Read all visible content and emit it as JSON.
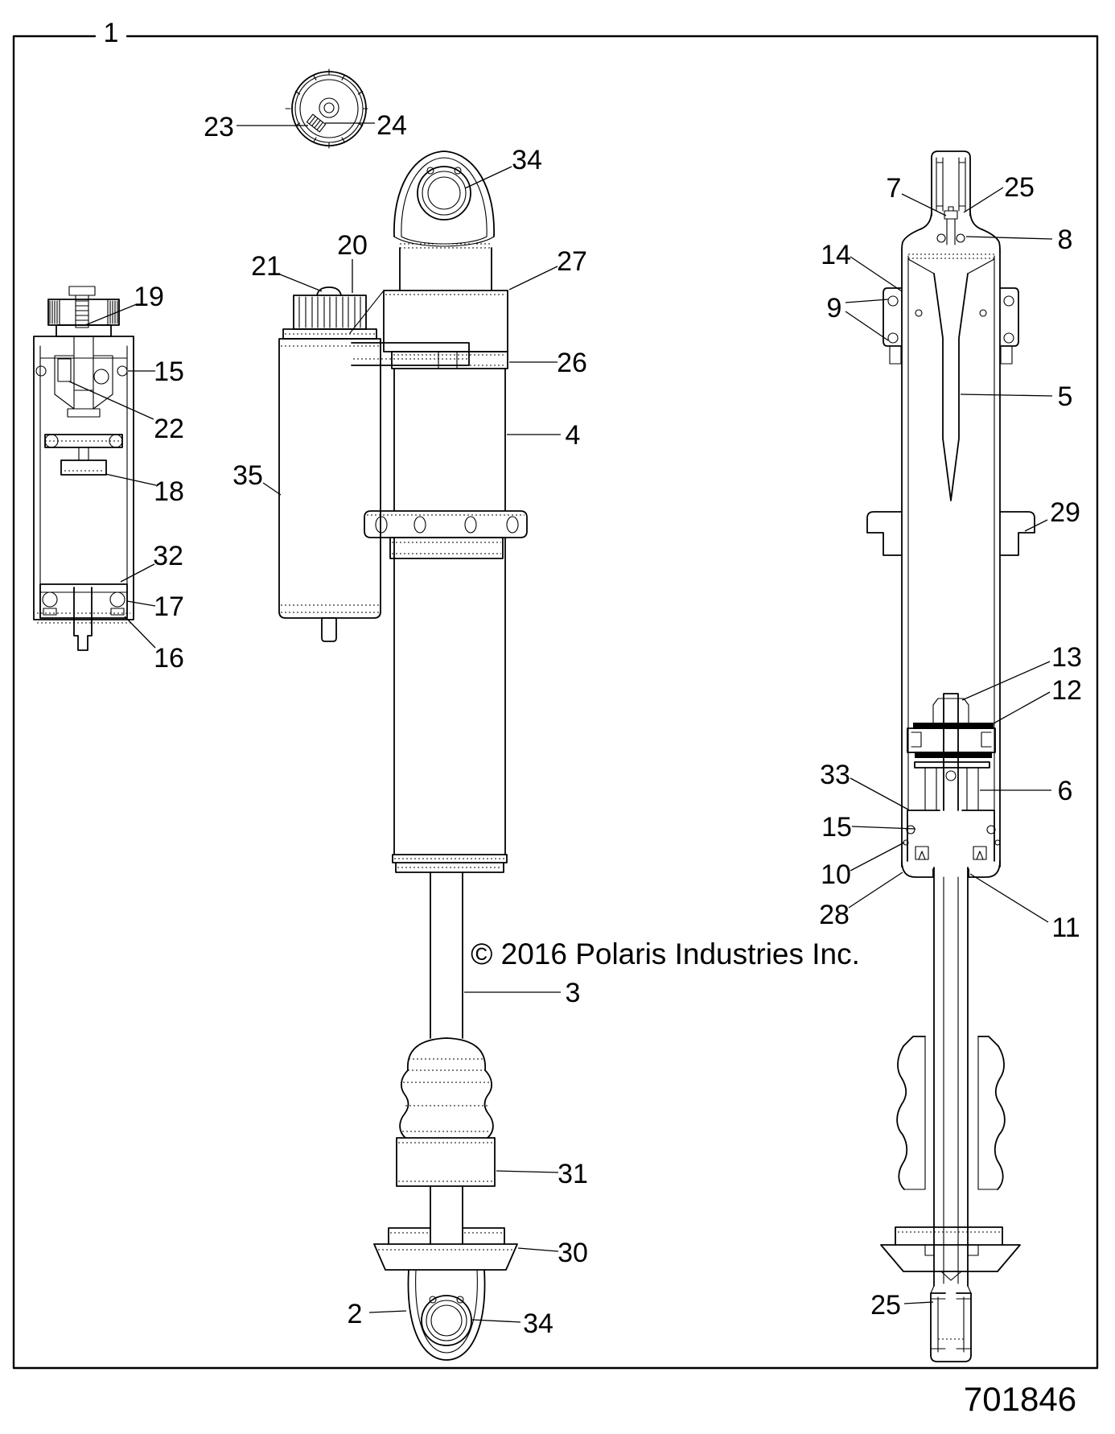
{
  "figure": {
    "assembly_callout": "1",
    "copyright": "© 2016 Polaris Industries Inc.",
    "part_number": "701846"
  },
  "callouts": {
    "n1": "1",
    "n2": "2",
    "n3": "3",
    "n4": "4",
    "n5": "5",
    "n6": "6",
    "n7": "7",
    "n8": "8",
    "n9": "9",
    "n10": "10",
    "n11": "11",
    "n12": "12",
    "n13": "13",
    "n14": "14",
    "n15_left": "15",
    "n15_right": "15",
    "n16": "16",
    "n17": "17",
    "n18": "18",
    "n19": "19",
    "n20": "20",
    "n21": "21",
    "n22": "22",
    "n23": "23",
    "n24": "24",
    "n25_top": "25",
    "n25_bottom": "25",
    "n26": "26",
    "n27": "27",
    "n28": "28",
    "n29": "29",
    "n30": "30",
    "n31": "31",
    "n32": "32",
    "n33": "33",
    "n34_top": "34",
    "n34_bottom": "34",
    "n35": "35"
  }
}
